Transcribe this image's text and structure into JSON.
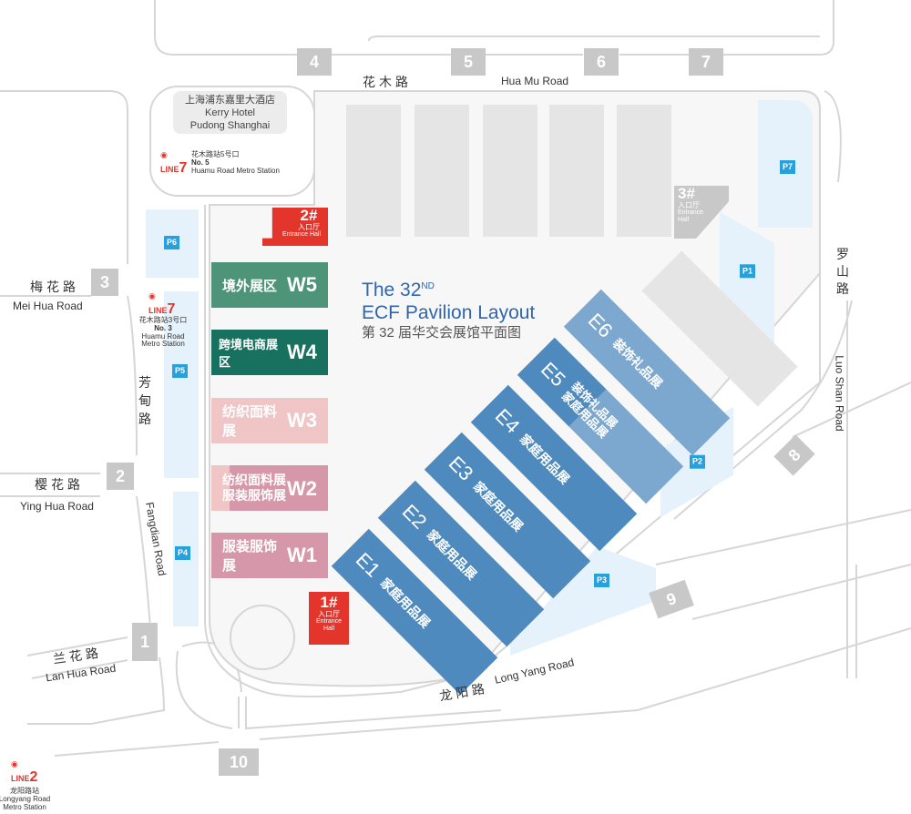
{
  "title": {
    "line1": "The 32",
    "sup": "ND",
    "line2": "ECF Pavilion Layout",
    "line3": "第 32 届华交会展馆平面图"
  },
  "hotel": {
    "cn": "上海浦东嘉里大酒店",
    "en1": "Kerry Hotel",
    "en2": "Pudong Shanghai"
  },
  "metros": [
    {
      "line": "LINE",
      "num": "7",
      "cn": "花木路站5号口",
      "no": "No. 5",
      "en": "Huamu Road Metro Station"
    },
    {
      "line": "LINE",
      "num": "7",
      "cn": "花木路站3号口",
      "no": "No. 3",
      "en1": "Huamu Road",
      "en2": "Metro Station"
    },
    {
      "line": "LINE",
      "num": "2",
      "cn": "龙阳路站",
      "en1": "Longyang Road",
      "en2": "Metro Station"
    }
  ],
  "roads": {
    "huamu_cn": "花木路",
    "huamu_en": "Hua Mu Road",
    "meihua_cn": "梅花路",
    "meihua_en": "Mei Hua Road",
    "fangdian_cn": "芳甸路",
    "fangdian_en": "Fangdian Road",
    "yinghua_cn": "樱花路",
    "yinghua_en": "Ying Hua Road",
    "lanhua_cn": "兰花路",
    "lanhua_en": "Lan Hua Road",
    "longyang_cn": "龙阳路",
    "longyang_en": "Long Yang Road",
    "luoshan_cn": "罗山路",
    "luoshan_en": "Luo Shan Road"
  },
  "gates": [
    "1",
    "2",
    "3",
    "4",
    "5",
    "6",
    "7",
    "8",
    "9",
    "10"
  ],
  "parking": [
    "P1",
    "P2",
    "P3",
    "P4",
    "P5",
    "P6",
    "P7"
  ],
  "entrances": [
    {
      "num": "1#",
      "cn": "入口厅",
      "en1": "Entrance",
      "en2": "Hall"
    },
    {
      "num": "2#",
      "cn": "入口厅",
      "en": "Entrance Hall"
    },
    {
      "num": "3#",
      "cn": "入口厅",
      "en1": "Entrance",
      "en2": "Hall"
    }
  ],
  "west_halls": [
    {
      "code": "W5",
      "label": "境外展区",
      "color": "#4e9479"
    },
    {
      "code": "W4",
      "label": "跨境电商展区",
      "color": "#18705f"
    },
    {
      "code": "W3",
      "label": "纺织面料展",
      "color": "#efc5c5"
    },
    {
      "code": "W2",
      "label1": "纺织面料展",
      "label2": "服装服饰展",
      "color": "#d597a9"
    },
    {
      "code": "W1",
      "label": "服装服饰展",
      "color": "#d597a9"
    }
  ],
  "east_halls": [
    {
      "code": "E1",
      "label": "家庭用品展",
      "color": "#4e8abd"
    },
    {
      "code": "E2",
      "label": "家庭用品展",
      "color": "#4e8abd"
    },
    {
      "code": "E3",
      "label": "家庭用品展",
      "color": "#4e8abd"
    },
    {
      "code": "E4",
      "label": "家庭用品展",
      "color": "#4e8abd"
    },
    {
      "code": "E5",
      "label1": "装饰礼品展",
      "label2": "家庭用品展",
      "color": "#4e8abd"
    },
    {
      "code": "E6",
      "label": "装饰礼品展",
      "color": "#7ca8d0"
    }
  ]
}
